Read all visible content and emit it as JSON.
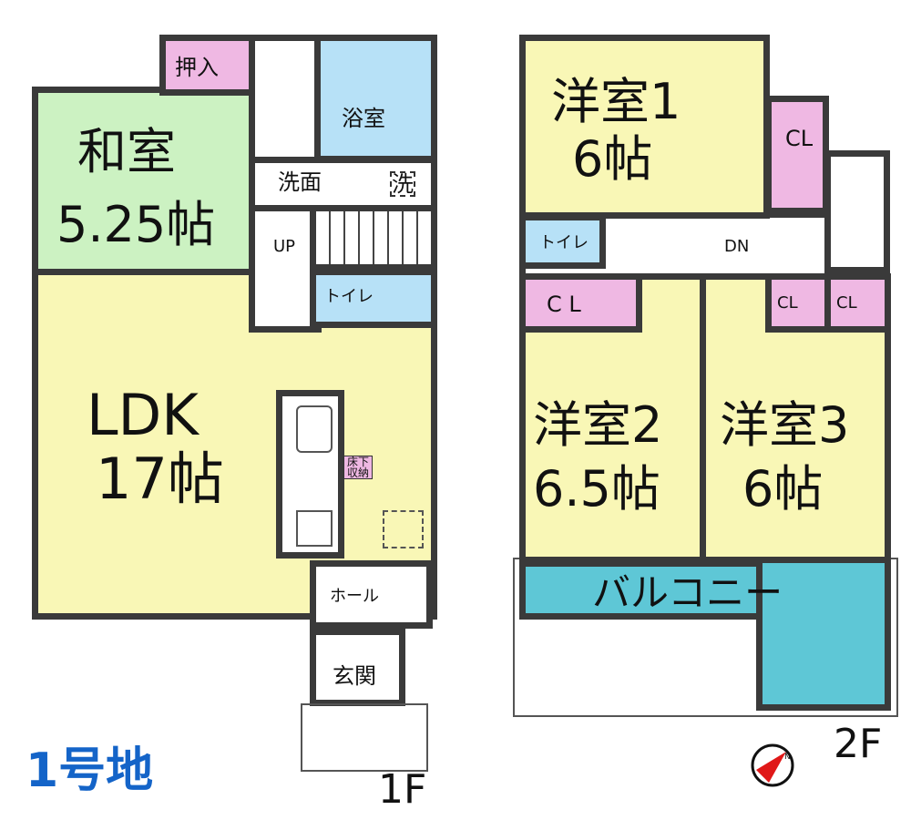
{
  "colors": {
    "washitsu": "#ccf2c2",
    "yellow": "#f9f7b6",
    "pink": "#efb8e3",
    "blue": "#b7e1f7",
    "balcony": "#5ec7d6",
    "lot_label": "#1464c8",
    "compass": "#e01818"
  },
  "floor1": {
    "label": "1F",
    "washitsu": {
      "name": "和室",
      "size": "5.25帖"
    },
    "oshiire": "押入",
    "bath": "浴室",
    "washroom": "洗面",
    "washer": "洗",
    "stairs": "UP",
    "toilet": "トイレ",
    "ldk": {
      "name": "LDK",
      "size": "17帖"
    },
    "underfloor_storage": "床下収納",
    "hall": "ホール",
    "entrance": "玄関"
  },
  "floor2": {
    "label": "2F",
    "room1": {
      "name": "洋室1",
      "size": "6帖"
    },
    "room2": {
      "name": "洋室2",
      "size": "6.5帖"
    },
    "room3": {
      "name": "洋室3",
      "size": "6帖"
    },
    "closet_room1": "CL",
    "closet_room2": "C L",
    "closet_room3a": "CL",
    "closet_room3b": "CL",
    "toilet": "トイレ",
    "stairs": "DN",
    "balcony": "バルコニー"
  },
  "lot_label": "1号地",
  "compass_label": "N"
}
